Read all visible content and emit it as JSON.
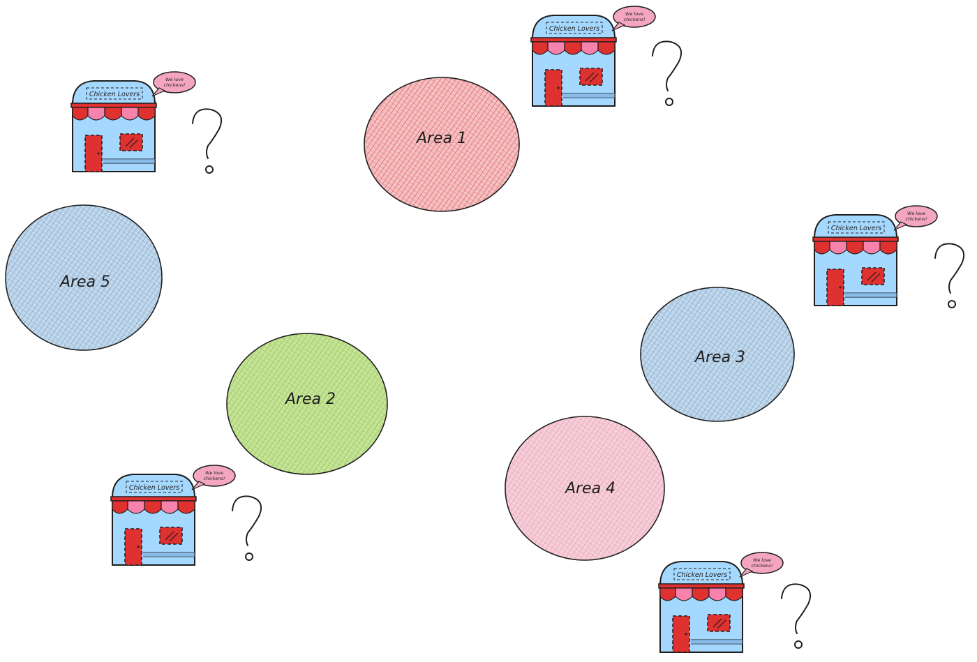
{
  "colors": {
    "red": "#e03131",
    "pink": "#e599a8",
    "blue": "#a5c8e0",
    "green": "#8fc53f",
    "ink": "#1e1e1e",
    "store_wall": "#a5d8ff",
    "store_red": "#ff6b6b",
    "store_pink": "#f783ac"
  },
  "areas": [
    {
      "label": "Area 1",
      "color": "#e03131"
    },
    {
      "label": "Area 2",
      "color": "#8fc53f"
    },
    {
      "label": "Area 3",
      "color": "#5c94c6"
    },
    {
      "label": "Area 4",
      "color": "#e88aa8"
    },
    {
      "label": "Area 5",
      "color": "#5c94c6"
    }
  ],
  "stores": [
    {
      "sign": "Chicken Lovers",
      "bubble_line1": "We love",
      "bubble_line2": "chickens!",
      "question": "?"
    },
    {
      "sign": "Chicken Lovers",
      "bubble_line1": "We love",
      "bubble_line2": "chickens!",
      "question": "?"
    },
    {
      "sign": "Chicken Lovers",
      "bubble_line1": "We love",
      "bubble_line2": "chickens!",
      "question": "?"
    },
    {
      "sign": "Chicken Lovers",
      "bubble_line1": "We love",
      "bubble_line2": "chickens!",
      "question": "?"
    },
    {
      "sign": "Chicken Lovers",
      "bubble_line1": "We love",
      "bubble_line2": "chickens!",
      "question": "?"
    }
  ]
}
